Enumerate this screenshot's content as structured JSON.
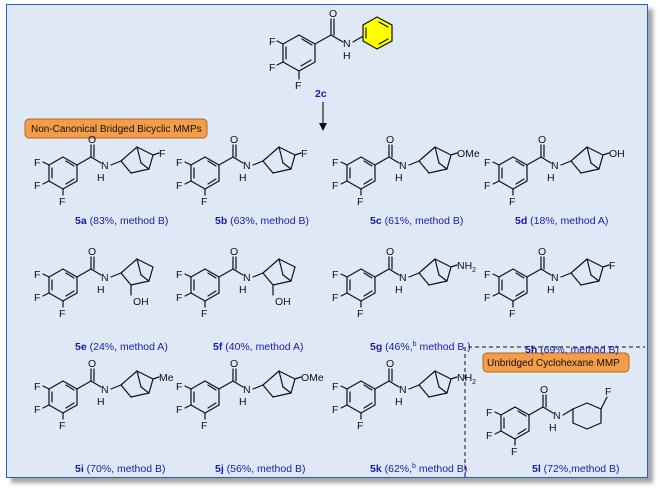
{
  "parent": {
    "id": "2c",
    "atoms": {
      "F1": "F",
      "F2": "F",
      "F3": "F",
      "O": "O",
      "N": "N",
      "H": "H"
    }
  },
  "banners": {
    "bridged": "Non-Canonical Bridged Bicyclic  MMPs",
    "unbridged": "Unbridged Cyclohexane MMP"
  },
  "colors": {
    "caption": "#1a1aa8",
    "banner_orange": "#f39c4a",
    "frame_border": "#2a5bd7",
    "background": "#dfe9f6",
    "phenyl_fill": "#ffff00"
  },
  "compounds": [
    {
      "id": "5a",
      "rest": " (83%, method B)",
      "sup": "",
      "tail": "",
      "sub": "F"
    },
    {
      "id": "5b",
      "rest": " (63%, method B)",
      "sup": "",
      "tail": "",
      "sub": "F"
    },
    {
      "id": "5c",
      "rest": " (61%, method B)",
      "sup": "",
      "tail": "",
      "sub": "OMe"
    },
    {
      "id": "5d",
      "rest": " (18%, method A)",
      "sup": "",
      "tail": "",
      "sub": "OH"
    },
    {
      "id": "5e",
      "rest": " (24%, method A)",
      "sup": "",
      "tail": "",
      "sub": "OH"
    },
    {
      "id": "5f",
      "rest": " (40%, method A)",
      "sup": "",
      "tail": "",
      "sub": "OH"
    },
    {
      "id": "5g",
      "rest": " (46%,",
      "sup": "b",
      "tail": " method B )",
      "sub": "NH2"
    },
    {
      "id": "5h",
      "rest": " (69%, method B)",
      "sup": "",
      "tail": "",
      "sub": "F"
    },
    {
      "id": "5i",
      "rest": " (70%, method B)",
      "sup": "",
      "tail": "",
      "sub": "Me"
    },
    {
      "id": "5j",
      "rest": " (56%, method B)",
      "sup": "",
      "tail": "",
      "sub": "OMe"
    },
    {
      "id": "5k",
      "rest": " (62%,",
      "sup": "b",
      "tail": " method B)",
      "sub": "NH2"
    },
    {
      "id": "5l",
      "rest": " (72%,method B)",
      "sup": "",
      "tail": "",
      "sub": "F"
    }
  ]
}
